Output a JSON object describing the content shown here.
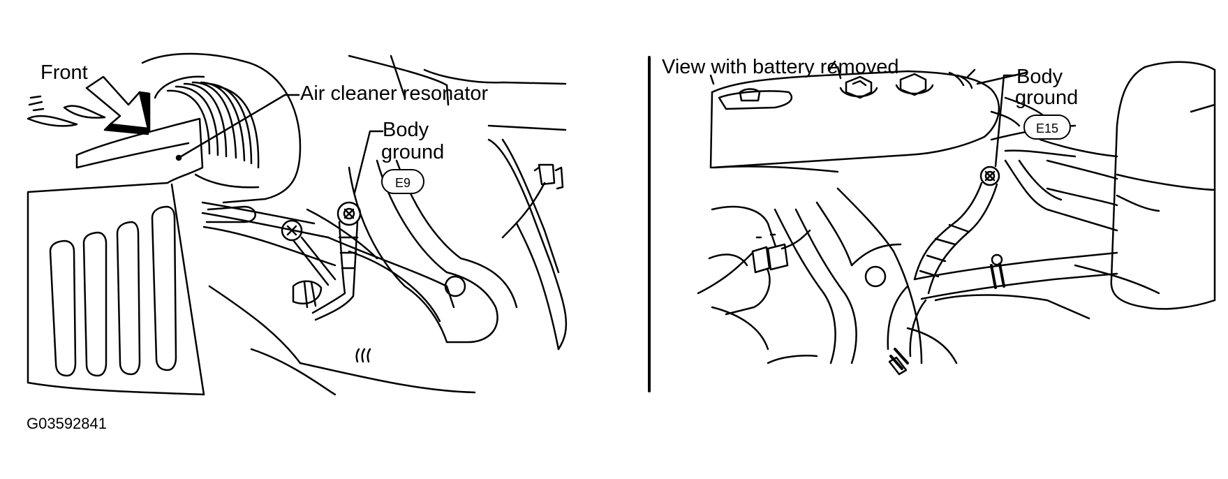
{
  "left_view": {
    "front_label": "Front",
    "resonator_label": "Air cleaner resonator",
    "ground_label_line1": "Body",
    "ground_label_line2": "ground",
    "connector_code": "E9"
  },
  "right_view": {
    "view_caption": "View with battery removed",
    "ground_label_line1": "Body",
    "ground_label_line2": "ground",
    "connector_code": "E15"
  },
  "figure_code": "G03592841",
  "colors": {
    "ink": "#000000",
    "background": "#ffffff"
  }
}
